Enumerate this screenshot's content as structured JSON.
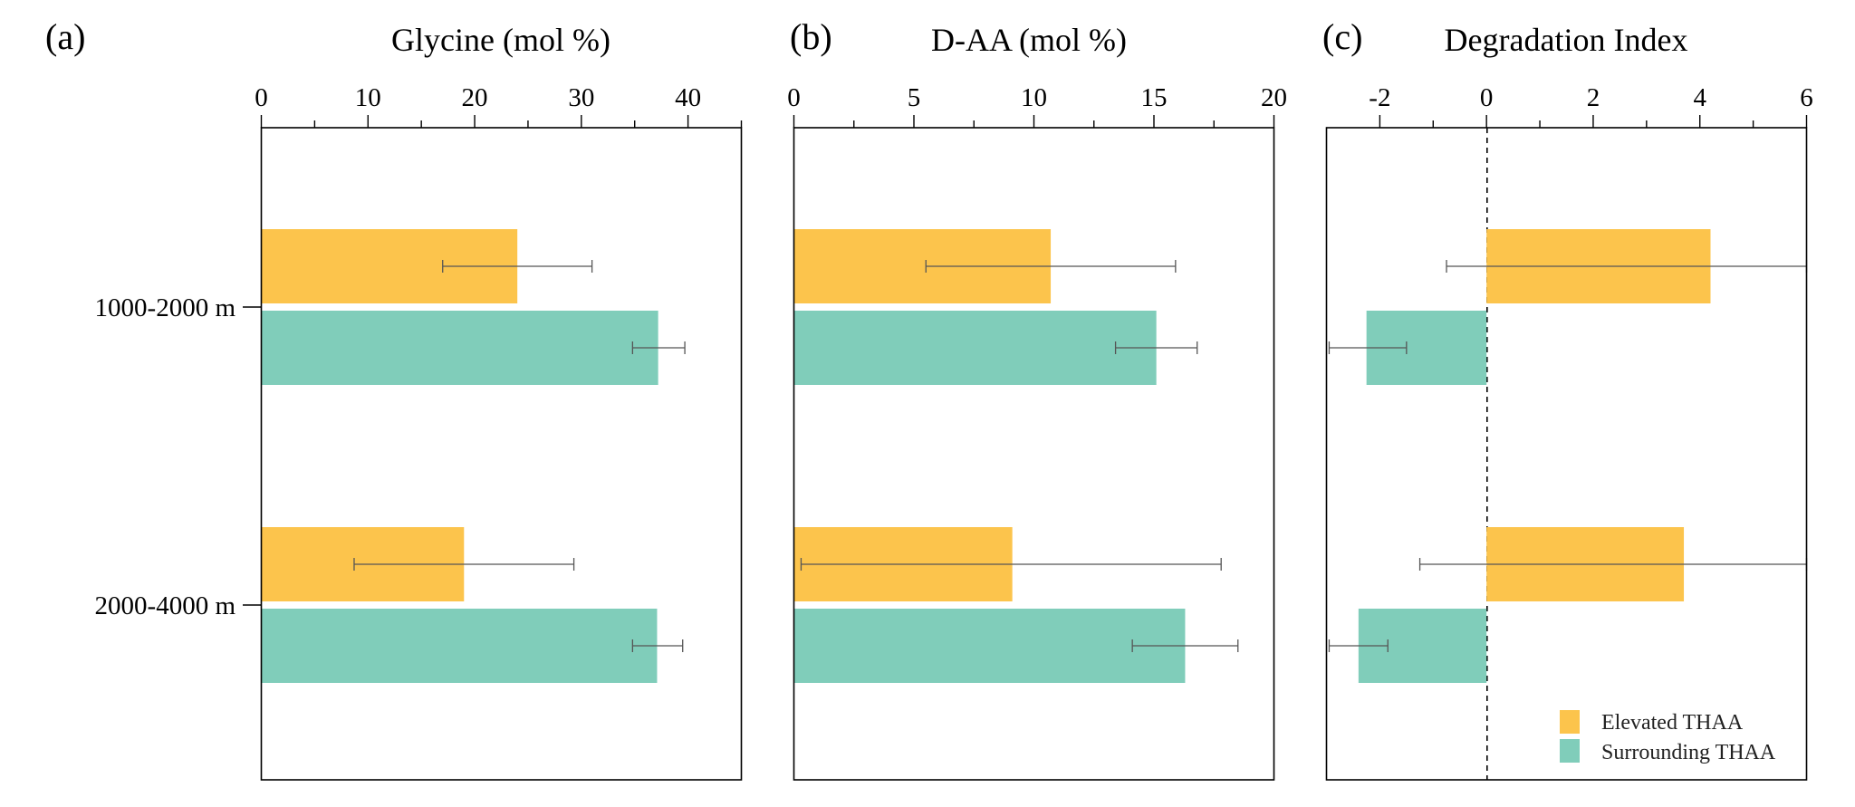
{
  "colors": {
    "elevated": "#FCC44C",
    "surrounding": "#80CDBA"
  },
  "legend": {
    "items": [
      "Elevated THAA",
      "Surrounding THAA"
    ]
  },
  "chart_data": [
    {
      "panel_label": "(a)",
      "type": "bar",
      "orientation": "horizontal",
      "title": "Glycine (mol %)",
      "categories": [
        "1000-2000 m",
        "2000-4000 m"
      ],
      "xlim": [
        0,
        45
      ],
      "xticks_major": [
        0,
        10,
        20,
        30,
        40
      ],
      "xticks_minor": [
        5,
        15,
        25,
        35,
        45
      ],
      "tick_labels": [
        "0",
        "10",
        "20",
        "30",
        "40"
      ],
      "series": [
        {
          "name": "Elevated THAA",
          "values": [
            24.0,
            19.0
          ],
          "err_low": [
            17.0,
            8.7
          ],
          "err_high": [
            31.0,
            29.3
          ]
        },
        {
          "name": "Surrounding THAA",
          "values": [
            37.2,
            37.1
          ],
          "err_low": [
            34.8,
            34.8
          ],
          "err_high": [
            39.7,
            39.5
          ]
        }
      ]
    },
    {
      "panel_label": "(b)",
      "type": "bar",
      "orientation": "horizontal",
      "title": "D-AA (mol %)",
      "categories": [
        "1000-2000 m",
        "2000-4000 m"
      ],
      "xlim": [
        0,
        20
      ],
      "xticks_major": [
        0,
        5,
        10,
        15,
        20
      ],
      "xticks_minor": [
        2.5,
        7.5,
        12.5,
        17.5
      ],
      "tick_labels": [
        "0",
        "5",
        "10",
        "15",
        "20"
      ],
      "series": [
        {
          "name": "Elevated THAA",
          "values": [
            10.7,
            9.1
          ],
          "err_low": [
            5.5,
            0.3
          ],
          "err_high": [
            15.9,
            17.8
          ]
        },
        {
          "name": "Surrounding THAA",
          "values": [
            15.1,
            16.3
          ],
          "err_low": [
            13.4,
            14.1
          ],
          "err_high": [
            16.8,
            18.5
          ]
        }
      ]
    },
    {
      "panel_label": "(c)",
      "type": "bar",
      "orientation": "horizontal",
      "title": "Degradation Index",
      "categories": [
        "1000-2000 m",
        "2000-4000 m"
      ],
      "xlim": [
        -3,
        6
      ],
      "xticks_major": [
        -2,
        0,
        2,
        4,
        6
      ],
      "xticks_minor": [
        -1,
        1,
        3,
        5
      ],
      "tick_labels": [
        "-2",
        "0",
        "2",
        "4",
        "6"
      ],
      "reference_line": 0,
      "series": [
        {
          "name": "Elevated THAA",
          "values": [
            4.2,
            3.7
          ],
          "err_low": [
            -0.75,
            -1.25
          ],
          "err_high": [
            6.0,
            6.0
          ]
        },
        {
          "name": "Surrounding THAA",
          "values": [
            -2.25,
            -2.4
          ],
          "err_low": [
            -2.95,
            -2.95
          ],
          "err_high": [
            -1.5,
            -1.85
          ]
        }
      ]
    }
  ]
}
